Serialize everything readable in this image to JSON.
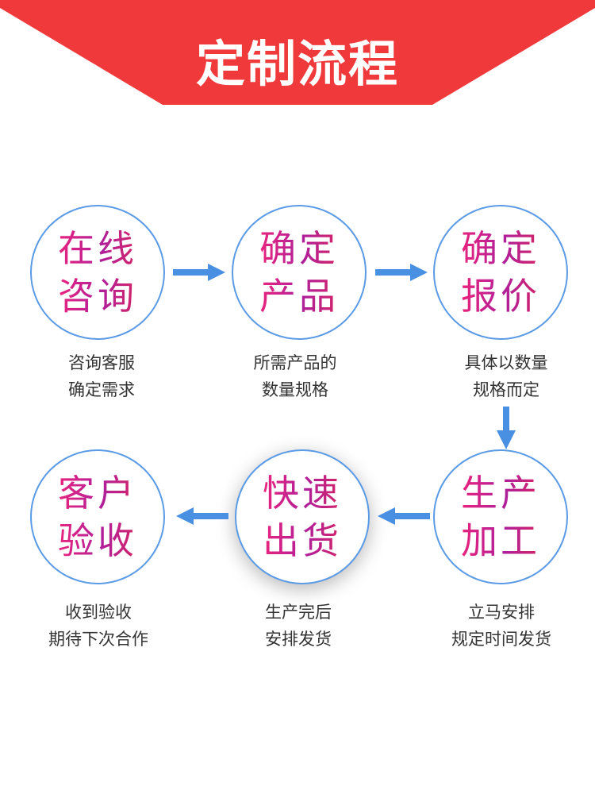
{
  "banner": {
    "title": "定制流程",
    "color": "#f0393a"
  },
  "accent_circle": "#5b9be6",
  "arrow_color": "#4a90e2",
  "steps": [
    {
      "title_line1": "在线",
      "title_line2": "咨询",
      "desc_line1": "咨询客服",
      "desc_line2": "确定需求"
    },
    {
      "title_line1": "确定",
      "title_line2": "产品",
      "desc_line1": "所需产品的",
      "desc_line2": "数量规格"
    },
    {
      "title_line1": "确定",
      "title_line2": "报价",
      "desc_line1": "具体以数量",
      "desc_line2": "规格而定"
    },
    {
      "title_line1": "生产",
      "title_line2": "加工",
      "desc_line1": "立马安排",
      "desc_line2": "规定时间发货"
    },
    {
      "title_line1": "快速",
      "title_line2": "出货",
      "desc_line1": "生产完后",
      "desc_line2": "安排发货"
    },
    {
      "title_line1": "客户",
      "title_line2": "验收",
      "desc_line1": "收到验收",
      "desc_line2": "期待下次合作"
    }
  ]
}
